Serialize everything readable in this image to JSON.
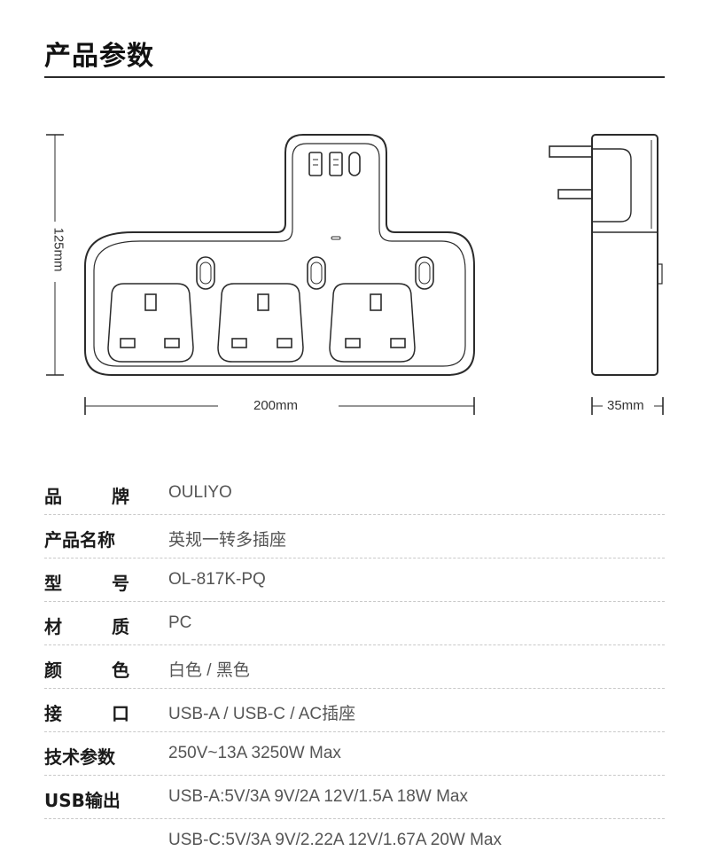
{
  "heading": "产品参数",
  "dimensions": {
    "height": "125mm",
    "width": "200mm",
    "depth": "35mm"
  },
  "specs": [
    {
      "label_chars": [
        "品",
        "牌"
      ],
      "label": "品 牌",
      "value": "OULIYO"
    },
    {
      "label_chars": [
        "产品名称"
      ],
      "label": "产品名称",
      "value": "英规一转多插座"
    },
    {
      "label_chars": [
        "型",
        "号"
      ],
      "label": "型 号",
      "value": "OL-817K-PQ"
    },
    {
      "label_chars": [
        "材",
        "质"
      ],
      "label": "材 质",
      "value": "PC"
    },
    {
      "label_chars": [
        "颜",
        "色"
      ],
      "label": "颜 色",
      "value": "白色 / 黑色"
    },
    {
      "label_chars": [
        "接",
        "口"
      ],
      "label": "接 口",
      "value": "USB-A / USB-C / AC插座"
    },
    {
      "label_chars": [
        "技术参数"
      ],
      "label": "技术参数",
      "value": "250V~13A  3250W Max"
    },
    {
      "label_chars": [
        "USB输出"
      ],
      "label": "USB输出",
      "value": "USB-A:5V/3A  9V/2A  12V/1.5A   18W Max"
    },
    {
      "label_chars": [
        ""
      ],
      "label": "",
      "value": "USB-C:5V/3A  9V/2.22A   12V/1.67A  20W Max"
    }
  ]
}
